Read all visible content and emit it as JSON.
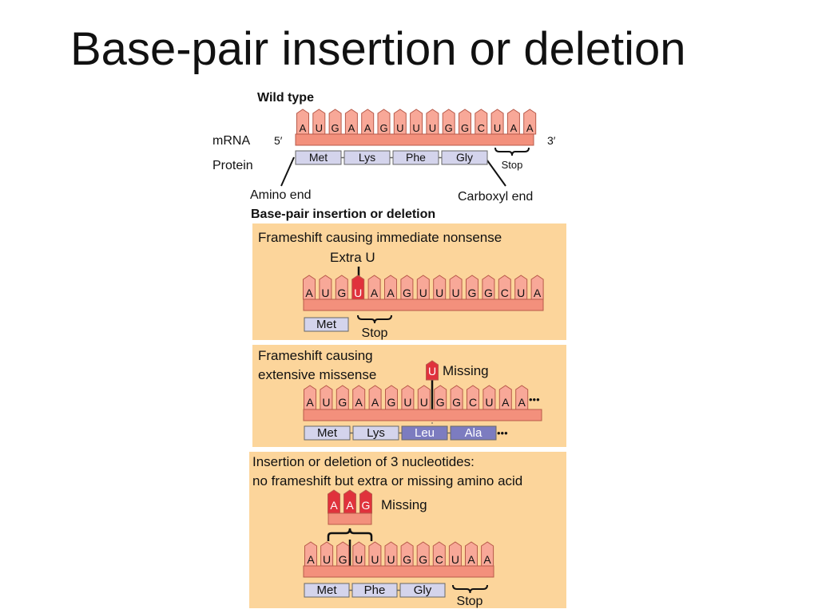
{
  "slide": {
    "title": "Base-pair insertion or deletion"
  },
  "wild_type": {
    "heading": "Wild type",
    "mrna_label": "mRNA",
    "protein_label": "Protein",
    "five_prime": "5′",
    "three_prime": "3′",
    "bases": [
      "A",
      "U",
      "G",
      "A",
      "A",
      "G",
      "U",
      "U",
      "U",
      "G",
      "G",
      "C",
      "U",
      "A",
      "A"
    ],
    "amino_acids": [
      "Met",
      "Lys",
      "Phe",
      "Gly"
    ],
    "stop_label": "Stop",
    "amino_end": "Amino end",
    "carboxyl_end": "Carboxyl end"
  },
  "section_heading": "Base-pair insertion or deletion",
  "panel1": {
    "title": "Frameshift causing immediate nonsense",
    "callout": "Extra U",
    "bases": [
      "A",
      "U",
      "G",
      "U",
      "A",
      "A",
      "G",
      "U",
      "U",
      "U",
      "G",
      "G",
      "C",
      "U",
      "A"
    ],
    "highlighted_index": 3,
    "amino_acids": [
      "Met"
    ],
    "stop_label": "Stop"
  },
  "panel2": {
    "title_line1": "Frameshift causing",
    "title_line2": "extensive missense",
    "removed_base": "U",
    "missing_label": "Missing",
    "bases": [
      "A",
      "U",
      "G",
      "A",
      "A",
      "G",
      "U",
      "U",
      "G",
      "G",
      "C",
      "U",
      "A",
      "A"
    ],
    "amino_acids": [
      "Met",
      "Lys",
      "Leu",
      "Ala"
    ],
    "mutated_indices": [
      2,
      3
    ],
    "ellipsis": "•••"
  },
  "panel3": {
    "title_line1": "Insertion or deletion of 3 nucleotides:",
    "title_line2": "no frameshift but extra or missing amino acid",
    "removed_bases": [
      "A",
      "A",
      "G"
    ],
    "missing_label": "Missing",
    "bases": [
      "A",
      "U",
      "G",
      "U",
      "U",
      "U",
      "G",
      "G",
      "C",
      "U",
      "A",
      "A"
    ],
    "amino_acids": [
      "Met",
      "Phe",
      "Gly"
    ],
    "stop_label": "Stop"
  },
  "colors": {
    "panel_bg": "#fcd59b",
    "backbone": "#f3907c",
    "tooth": "#f8a898",
    "outline": "#b85a4a",
    "mutant": "#e0323c",
    "aa_box": "#d4d4ec",
    "aa_mutant": "#7c7cc0"
  }
}
